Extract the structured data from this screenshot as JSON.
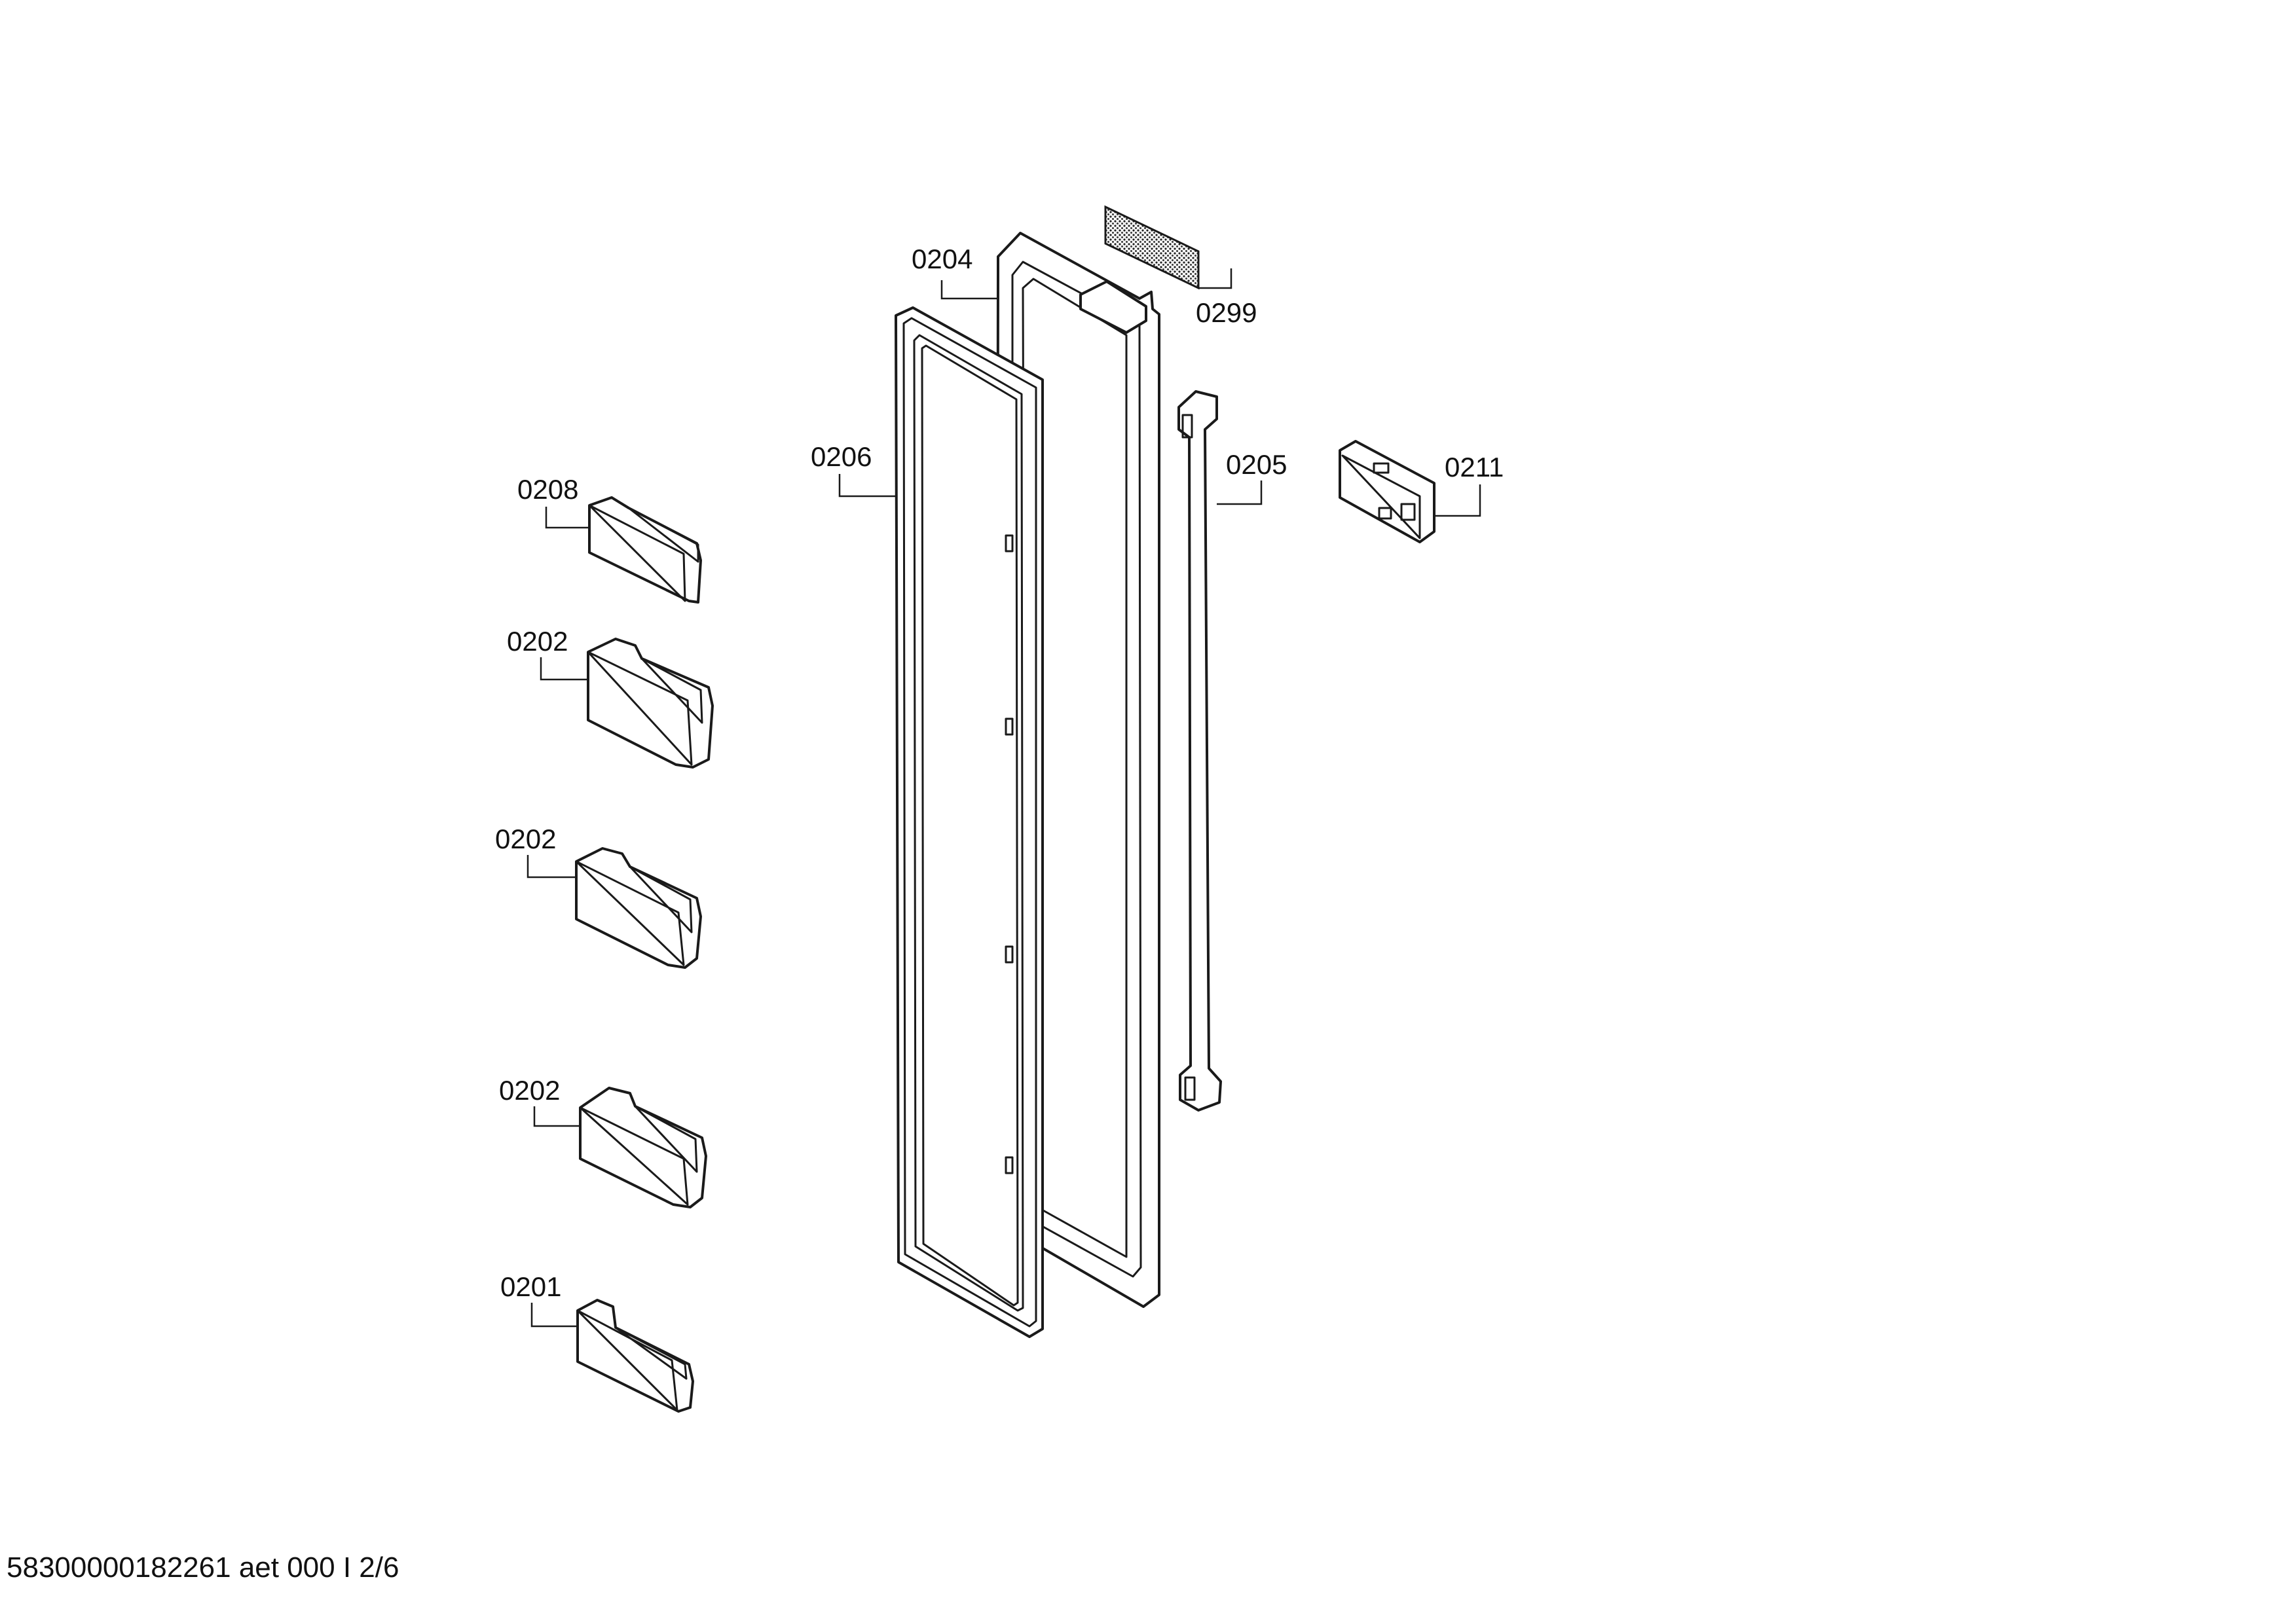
{
  "diagram": {
    "callouts": {
      "c0204": "0204",
      "c0299": "0299",
      "c0206": "0206",
      "c0205": "0205",
      "c0211": "0211",
      "c0208": "0208",
      "c0202a": "0202",
      "c0202b": "0202",
      "c0202c": "0202",
      "c0201": "0201"
    }
  },
  "footer": {
    "doc_id": "58300000182261 aet 000 I 2/6"
  }
}
